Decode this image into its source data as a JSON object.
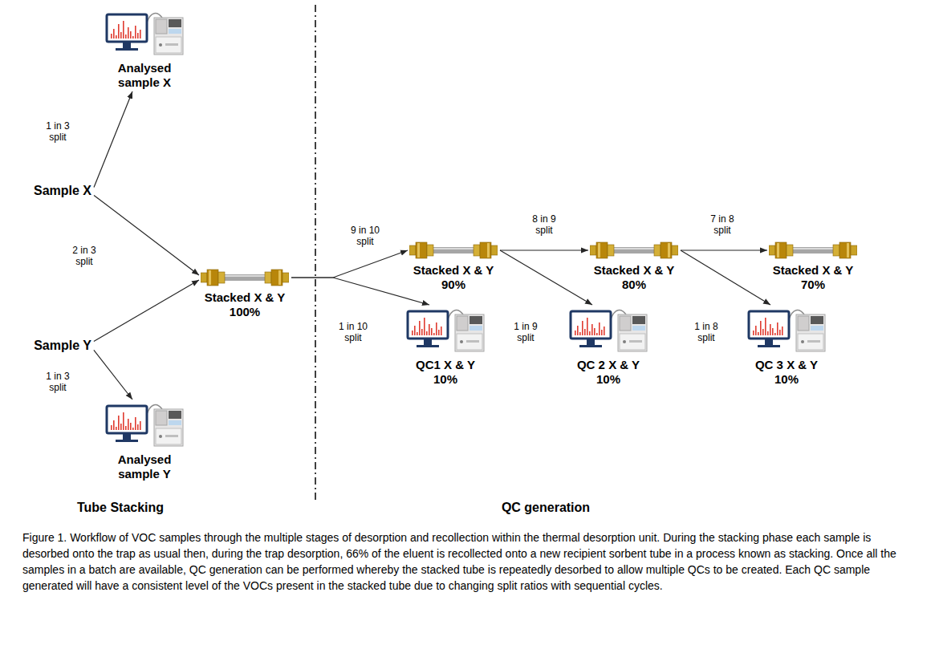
{
  "diagram": {
    "caption": "Figure 1. Workflow of VOC samples through the multiple stages of desorption and recollection within the thermal desorption unit. During the stacking phase each sample is desorbed onto the trap as usual then, during the trap desorption, 66% of the eluent is recollected onto a new recipient sorbent tube in a process known as stacking. Once all the samples in a batch are available, QC generation can be performed whereby the stacked tube is repeatedly desorbed to allow multiple QCs to be created. Each QC sample generated will have a consistent level of the VOCs present in the stacked tube due to changing split ratios with sequential cycles.",
    "nodes": [
      {
        "text": [
          "Analysed sample X"
        ]
      },
      {
        "text": [
          "Sample X"
        ]
      },
      {
        "text": [
          "Stacked X & Y",
          "100%"
        ]
      },
      {
        "text": [
          "Sample Y"
        ]
      },
      {
        "text": [
          "Analysed sample Y"
        ]
      },
      {
        "text": [
          "Stacked X & Y",
          "90%"
        ]
      },
      {
        "text": [
          "QC1 X & Y",
          "10%"
        ]
      },
      {
        "text": [
          "Stacked X & Y",
          "80%"
        ]
      },
      {
        "text": [
          "QC 2 X & Y",
          "10%"
        ]
      },
      {
        "text": [
          "Stacked X & Y",
          "70%"
        ]
      },
      {
        "text": [
          "QC 3 X & Y",
          "10%"
        ]
      }
    ],
    "edges": [
      {
        "from": 1,
        "to": 0,
        "arrow": "to",
        "label": "1 in 3 split"
      },
      {
        "from": 1,
        "to": 2,
        "arrow": "to",
        "label": "2 in 3 split"
      },
      {
        "from": 3,
        "to": 2,
        "arrow": "to"
      },
      {
        "from": 3,
        "to": 4,
        "arrow": "to",
        "label": "1 in 3 split"
      },
      {
        "from": 2,
        "to": 5,
        "arrow": "to",
        "label": "9 in 10 split"
      },
      {
        "from": 2,
        "to": 6,
        "arrow": "to",
        "label": "1 in 10 split"
      },
      {
        "from": 5,
        "to": 7,
        "arrow": "to",
        "label": "8 in 9 split"
      },
      {
        "from": 5,
        "to": 8,
        "arrow": "to",
        "label": "1 in 9 split"
      },
      {
        "from": 7,
        "to": 9,
        "arrow": "to",
        "label": "7 in 8 split"
      },
      {
        "from": 7,
        "to": 10,
        "arrow": "to",
        "label": "1 in 8 split"
      }
    ],
    "labels": [
      "Tube Stacking",
      "QC generation"
    ]
  }
}
